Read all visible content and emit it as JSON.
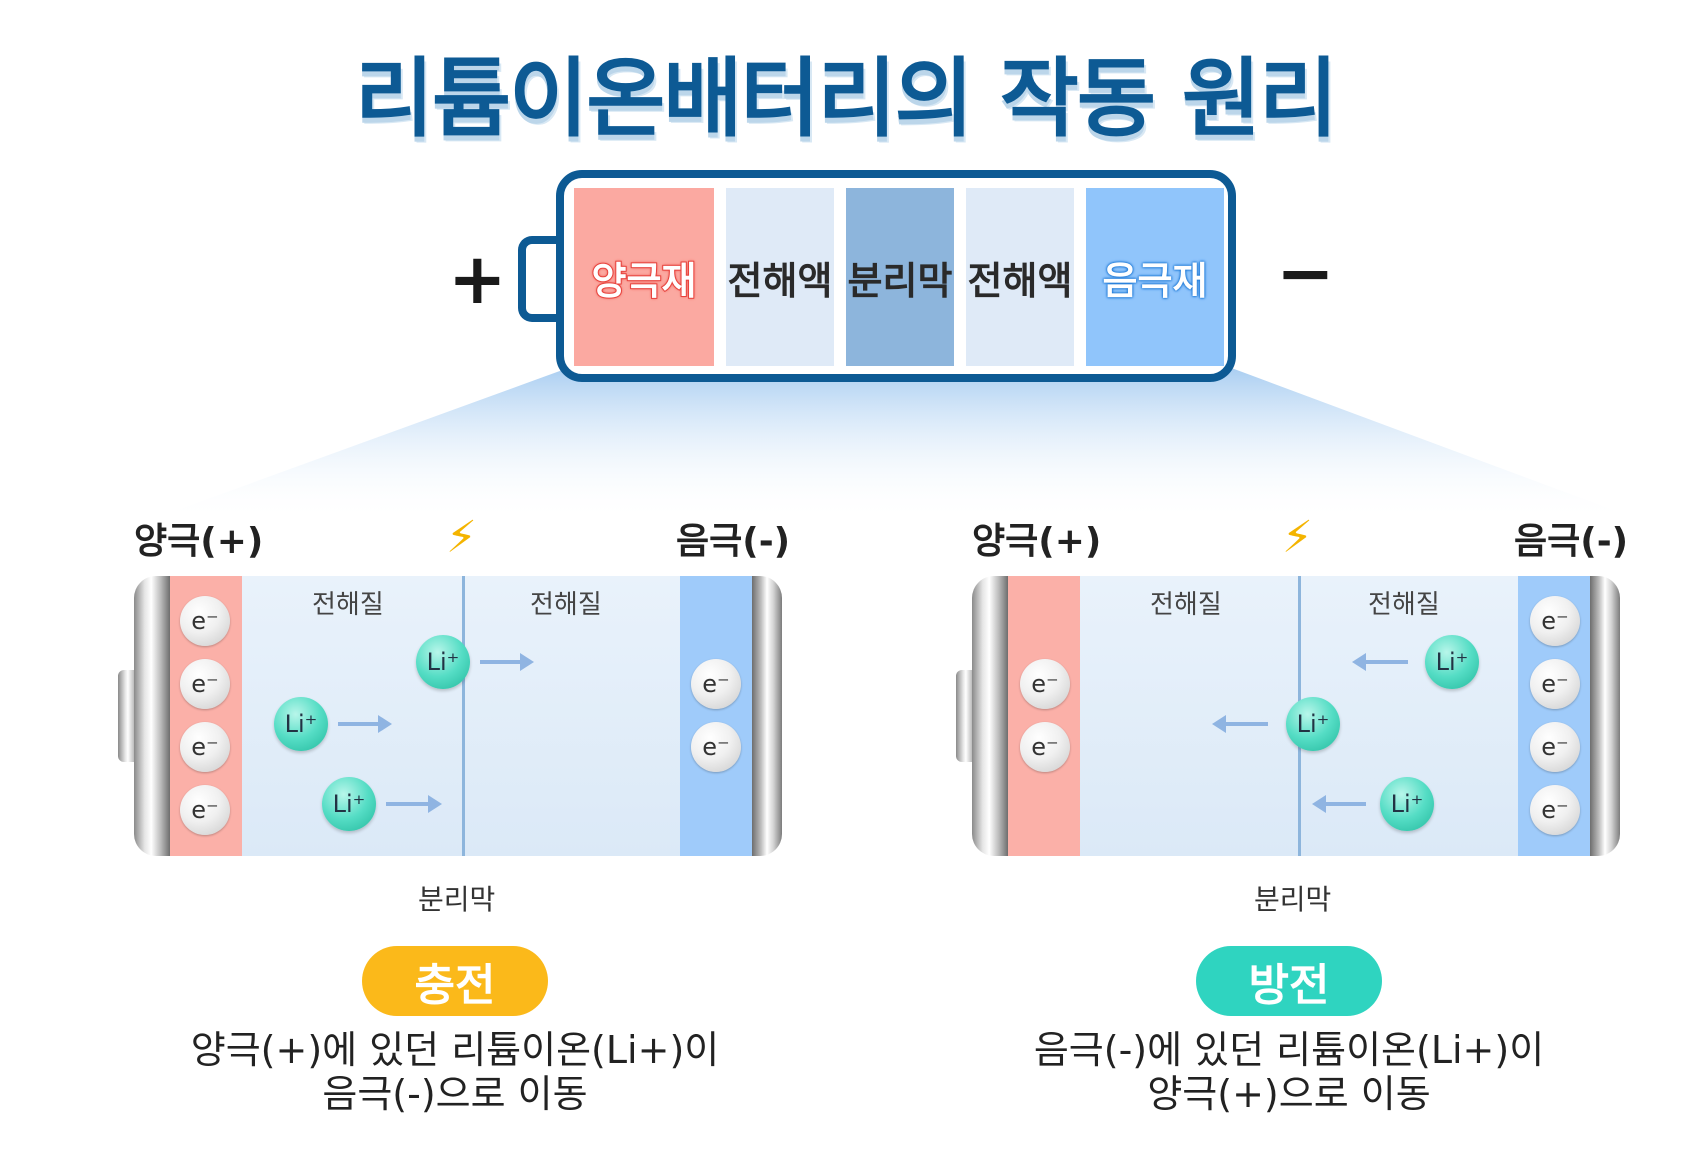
{
  "title": "리튬이온배터리의 작동 원리",
  "colors": {
    "title": "#0d5a94",
    "cathode": "#fba9a1",
    "electrolyte": "#dfeaf7",
    "separator": "#8db5dc",
    "anode": "#90c5fb",
    "charge_pill": "#fbb91a",
    "discharge_pill": "#2fd4c0",
    "li_ion": "#4dd9c2",
    "bolt": "#f4b400"
  },
  "top_battery": {
    "plus_sign": "+",
    "minus_sign": "−",
    "segments": [
      "양극재",
      "전해액",
      "분리막",
      "전해액",
      "음극재"
    ]
  },
  "charge": {
    "cathode_label": "양극(+)",
    "anode_label": "음극(-)",
    "electrolyte_left": "전해질",
    "electrolyte_right": "전해질",
    "separator_label": "분리막",
    "electron": "e⁻",
    "ion": "Li⁺",
    "pill": "충전",
    "desc_line1": "양극(+)에 있던 리튬이온(Li+)이",
    "desc_line2": "음극(-)으로 이동",
    "cathode_electrons": 4,
    "anode_electrons": 2,
    "ion_direction": "right"
  },
  "discharge": {
    "cathode_label": "양극(+)",
    "anode_label": "음극(-)",
    "electrolyte_left": "전해질",
    "electrolyte_right": "전해질",
    "separator_label": "분리막",
    "electron": "e⁻",
    "ion": "Li⁺",
    "pill": "방전",
    "desc_line1": "음극(-)에 있던 리튬이온(Li+)이",
    "desc_line2": "양극(+)으로 이동",
    "cathode_electrons": 2,
    "anode_electrons": 4,
    "ion_direction": "left"
  },
  "icons": {
    "bolt": "⚡"
  }
}
